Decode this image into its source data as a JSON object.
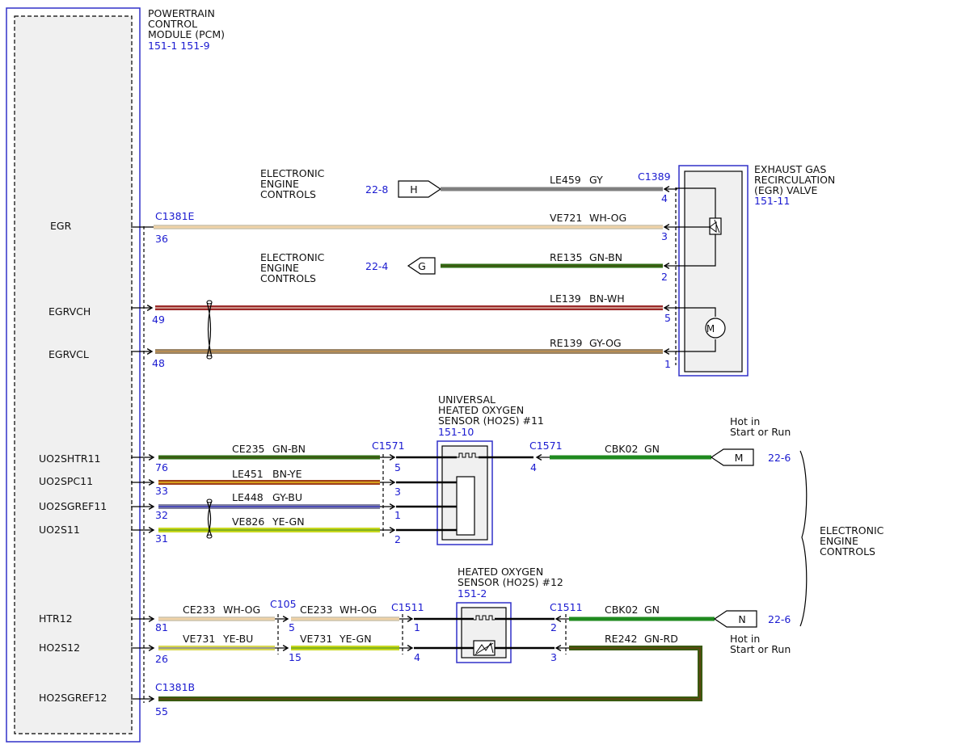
{
  "pcm": {
    "title_lines": [
      "POWERTRAIN",
      "CONTROL",
      "MODULE (PCM)"
    ],
    "ref": "151-1 151-9",
    "pins": {
      "egr": "EGR",
      "egrvch": "EGRVCH",
      "egrvcl": "EGRVCL",
      "uo2shtr11": "UO2SHTR11",
      "uo2spc11": "UO2SPC11",
      "uo2sgref11": "UO2SGREF11",
      "uo2s11": "UO2S11",
      "htr12": "HTR12",
      "ho2s12": "HO2S12",
      "ho2sgref12": "HO2SGREF12"
    }
  },
  "egr_valve": {
    "title_lines": [
      "EXHAUST GAS",
      "RECIRCULATION",
      "(EGR) VALVE"
    ],
    "ref": "151-11",
    "connector": "C1389",
    "pins": [
      "4",
      "3",
      "2",
      "5",
      "1"
    ],
    "motor": "M"
  },
  "eec_top": {
    "title_lines": [
      "ELECTRONIC",
      "ENGINE",
      "CONTROLS"
    ],
    "page": "22-8",
    "label": "H"
  },
  "eec_mid": {
    "title_lines": [
      "ELECTRONIC",
      "ENGINE",
      "CONTROLS"
    ],
    "page": "22-4",
    "label": "G"
  },
  "eec_right": {
    "title_lines": [
      "ELECTRONIC",
      "ENGINE",
      "CONTROLS"
    ]
  },
  "connectors": {
    "c1381e": "C1381E",
    "c1381b": "C1381B",
    "c1571_a": "C1571",
    "c1571_b": "C1571",
    "c105": "C105",
    "c1511_a": "C1511",
    "c1511_b": "C1511"
  },
  "wires": [
    {
      "id": "le459",
      "circuit": "LE459",
      "color": "GY"
    },
    {
      "id": "ve721",
      "circuit": "VE721",
      "color": "WH-OG"
    },
    {
      "id": "re135",
      "circuit": "RE135",
      "color": "GN-BN"
    },
    {
      "id": "le139",
      "circuit": "LE139",
      "color": "BN-WH"
    },
    {
      "id": "re139",
      "circuit": "RE139",
      "color": "GY-OG"
    },
    {
      "id": "ce235",
      "circuit": "CE235",
      "color": "GN-BN"
    },
    {
      "id": "le451",
      "circuit": "LE451",
      "color": "BN-YE"
    },
    {
      "id": "le448",
      "circuit": "LE448",
      "color": "GY-BU"
    },
    {
      "id": "ve826",
      "circuit": "VE826",
      "color": "YE-GN"
    },
    {
      "id": "cbk02a",
      "circuit": "CBK02",
      "color": "GN"
    },
    {
      "id": "ce233a",
      "circuit": "CE233",
      "color": "WH-OG"
    },
    {
      "id": "ce233b",
      "circuit": "CE233",
      "color": "WH-OG"
    },
    {
      "id": "ve731a",
      "circuit": "VE731",
      "color": "YE-BU"
    },
    {
      "id": "ve731b",
      "circuit": "VE731",
      "color": "YE-GN"
    },
    {
      "id": "cbk02b",
      "circuit": "CBK02",
      "color": "GN"
    },
    {
      "id": "re242",
      "circuit": "RE242",
      "color": "GN-RD"
    }
  ],
  "pcm_pin_numbers": {
    "egr": "36",
    "egrvch": "49",
    "egrvcl": "48",
    "uo2shtr11": "76",
    "uo2spc11": "33",
    "uo2sgref11": "32",
    "uo2s11": "31",
    "htr12": "81",
    "ho2s12": "26",
    "ho2sgref12": "55"
  },
  "uho2s11": {
    "title_lines": [
      "UNIVERSAL",
      "HEATED OXYGEN",
      "SENSOR (HO2S) #11"
    ],
    "ref": "151-10",
    "pins_left": [
      "5",
      "3",
      "1",
      "2"
    ],
    "pin_right": "4"
  },
  "ho2s12": {
    "title_lines": [
      "HEATED OXYGEN",
      "SENSOR (HO2S) #12"
    ],
    "ref": "151-2",
    "pins_left": [
      "1",
      "4"
    ],
    "pins_right": [
      "2",
      "3"
    ]
  },
  "c105_pins": [
    "5",
    "15"
  ],
  "hot_top": {
    "lines": [
      "Hot in",
      "Start or Run"
    ],
    "page": "22-6",
    "label": "M"
  },
  "hot_bottom": {
    "lines": [
      "Hot in",
      "Start or Run"
    ],
    "page": "22-6",
    "label": "N"
  },
  "colors": {
    "gray": "#808080",
    "green": "#2e6e12",
    "bright_green": "#1f8a1f",
    "brown": "#9b4a22",
    "tan": "#a89070",
    "white": "#f4ecd8",
    "orange": "#e07820",
    "yellow": "#e8e820",
    "blue": "#4a50c0",
    "red": "#c03030",
    "connector_blue": "#1a1ad0"
  }
}
